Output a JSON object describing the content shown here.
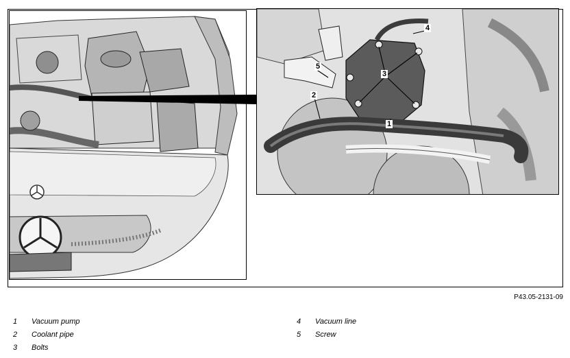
{
  "figure": {
    "reference_code": "P43.05-2131-09",
    "callouts": [
      "1",
      "2",
      "3",
      "4",
      "5"
    ]
  },
  "legend": [
    {
      "number": "1",
      "label": "Vacuum pump"
    },
    {
      "number": "2",
      "label": "Coolant pipe"
    },
    {
      "number": "3",
      "label": "Bolts"
    },
    {
      "number": "4",
      "label": "Vacuum line"
    },
    {
      "number": "5",
      "label": "Screw"
    }
  ]
}
